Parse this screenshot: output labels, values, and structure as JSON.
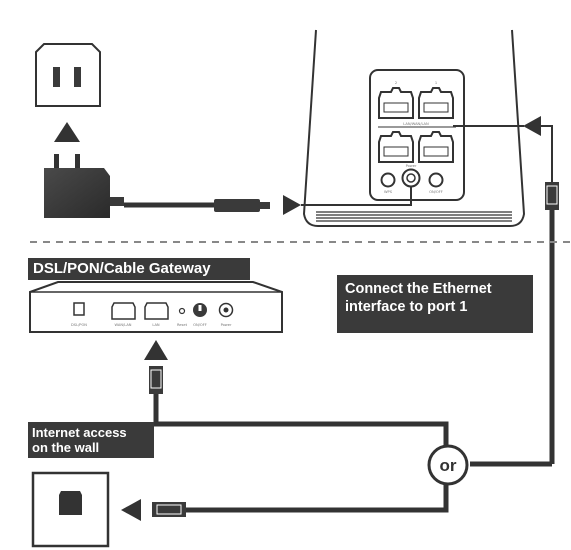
{
  "labels": {
    "gateway": "DSL/PON/Cable Gateway",
    "connect_note_line1": "Connect the Ethernet",
    "connect_note_line2": "interface to port 1",
    "wall_line1": "Internet access",
    "wall_line2": "on the wall",
    "or": "or"
  },
  "router_ports": {
    "top_left": "2",
    "top_right": "1",
    "middle_caption": "LAN/WAN/LAN",
    "power": "Power",
    "wps": "WPS",
    "onoff": "ON/OFF"
  },
  "gateway_ports": [
    "DSL/PON",
    "WAN/LAN",
    "LAN",
    "Reset",
    "ON/OFF",
    "Power"
  ],
  "icons": [
    "power-outlet-icon",
    "power-adapter-icon",
    "ethernet-plug-icon",
    "wall-ethernet-jack-icon",
    "arrow-icon"
  ],
  "colors": {
    "dark_fill": "#3a3a3a",
    "line": "#333333",
    "label_bg": "#3a3a3a"
  }
}
